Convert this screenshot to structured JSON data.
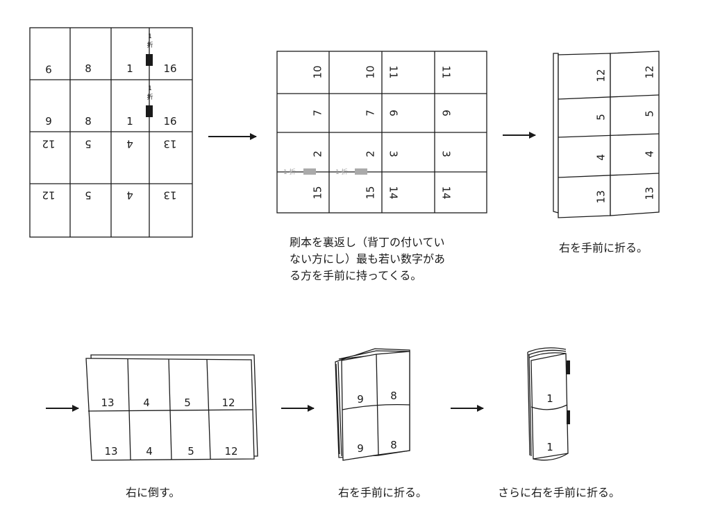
{
  "steps": [
    {
      "grid_rows": [
        {
          "cells": [
            "9",
            "8",
            "1",
            "16"
          ],
          "upside_down": true
        },
        {
          "cells": [
            "9",
            "8",
            "1",
            "16"
          ],
          "upside_down": false
        },
        {
          "cells": [
            "12",
            "5",
            "4",
            "13"
          ],
          "upside_down": true
        },
        {
          "cells": [
            "12",
            "5",
            "4",
            "13"
          ],
          "upside_down": true
        }
      ],
      "fold_marks": [
        {
          "digit": "1",
          "char": "折"
        },
        {
          "digit": "1",
          "char": "折"
        }
      ]
    },
    {
      "grid_rows": [
        {
          "cells": [
            "10",
            "10",
            "11",
            "11"
          ]
        },
        {
          "cells": [
            "7",
            "7",
            "6",
            "6"
          ]
        },
        {
          "cells": [
            "2",
            "2",
            "3",
            "3"
          ]
        },
        {
          "cells": [
            "15",
            "15",
            "14",
            "14"
          ]
        }
      ],
      "fold_marks": [
        {
          "text": "1 折"
        },
        {
          "text": "1 折"
        }
      ],
      "caption_lines": [
        "刷本を裏返し（背丁の付いてい",
        "ない方にし）最も若い数字があ",
        "る方を手前に持ってくる。"
      ]
    },
    {
      "pages": [
        "12",
        "5",
        "4",
        "13"
      ],
      "caption": "右を手前に折る。"
    },
    {
      "top_row": [
        "13",
        "4",
        "5",
        "12"
      ],
      "bottom_row": [
        "13",
        "4",
        "5",
        "12"
      ],
      "caption": "右に倒す。"
    },
    {
      "top_row": [
        "9",
        "8"
      ],
      "bottom_row": [
        "9",
        "8"
      ],
      "caption": "右を手前に折る。"
    },
    {
      "pages": [
        "1",
        "1"
      ],
      "caption": "さらに右を手前に折る。"
    }
  ]
}
